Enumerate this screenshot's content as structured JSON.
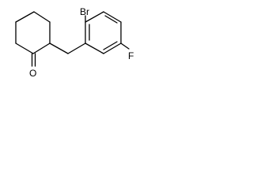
{
  "molecule": {
    "atoms": {
      "bromine": "Br",
      "fluorine": "F",
      "oxygen": "O"
    }
  }
}
